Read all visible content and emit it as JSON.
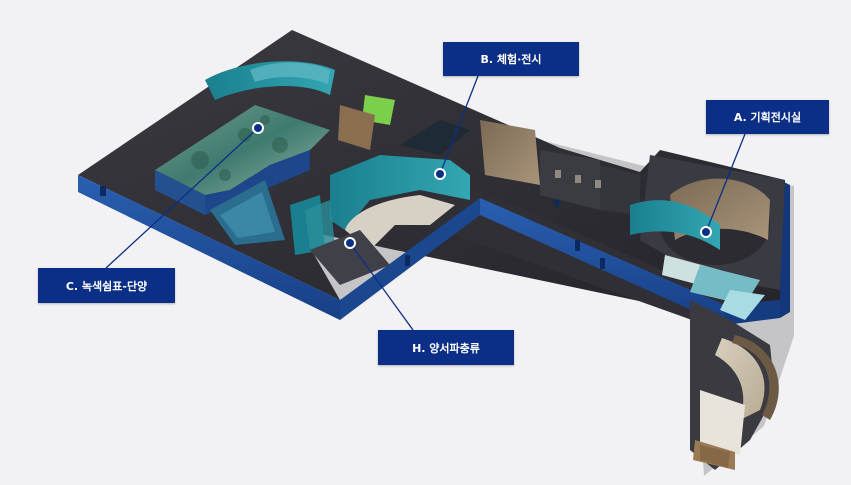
{
  "map": {
    "colors": {
      "background": "#f2f1f3",
      "label_bg": "#0b2f86",
      "label_text": "#ffffff",
      "wall_blue": "#1f4f9c",
      "floor_dark": "#2b2b30",
      "water_teal": "#1f8c9c"
    },
    "zones": [
      {
        "id": "A",
        "label": "A. 기획전시실"
      },
      {
        "id": "B",
        "label": "B. 체험·전시"
      },
      {
        "id": "C",
        "label": "C. 녹색쉼표-단양"
      },
      {
        "id": "H",
        "label": "H. 양서파충류"
      }
    ]
  }
}
